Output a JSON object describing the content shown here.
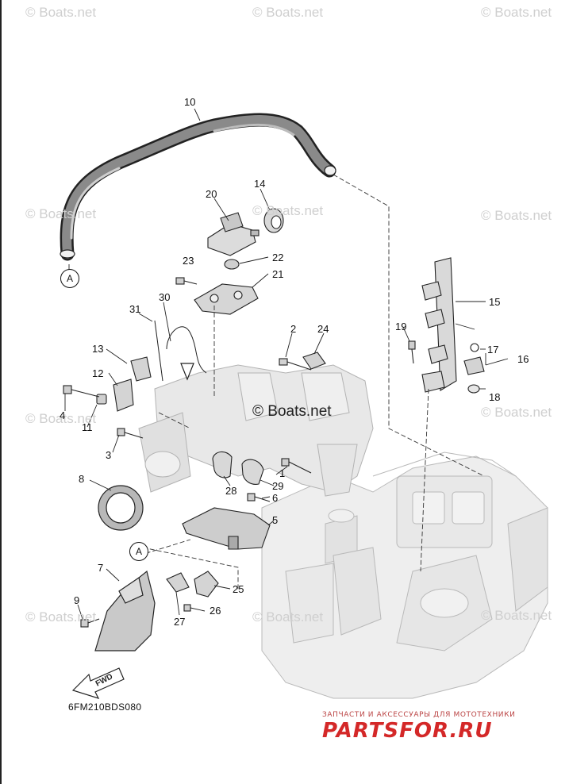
{
  "watermarks": {
    "small_text": "© Boats.net",
    "center_text": "© Boats.net"
  },
  "diagram": {
    "code": "6FM210BDS080",
    "fwd_label": "FWD",
    "reference_marker": "A"
  },
  "callouts": [
    "1",
    "2",
    "3",
    "4",
    "5",
    "6",
    "7",
    "8",
    "9",
    "10",
    "11",
    "12",
    "13",
    "14",
    "15",
    "16",
    "17",
    "18",
    "19",
    "20",
    "21",
    "22",
    "23",
    "24",
    "25",
    "26",
    "27",
    "28",
    "29",
    "30",
    "31"
  ],
  "branding": {
    "tagline": "ЗАПЧАСТИ И АКСЕССУАРЫ ДЛЯ МОТОТЕХНИКИ",
    "logo": "PARTSFOR.RU"
  },
  "colors": {
    "line": "#111111",
    "part_fill": "#e6e6e6",
    "block_fill": "#eeeeee",
    "watermark": "#cfcfcf",
    "brand_red": "#d42828"
  }
}
